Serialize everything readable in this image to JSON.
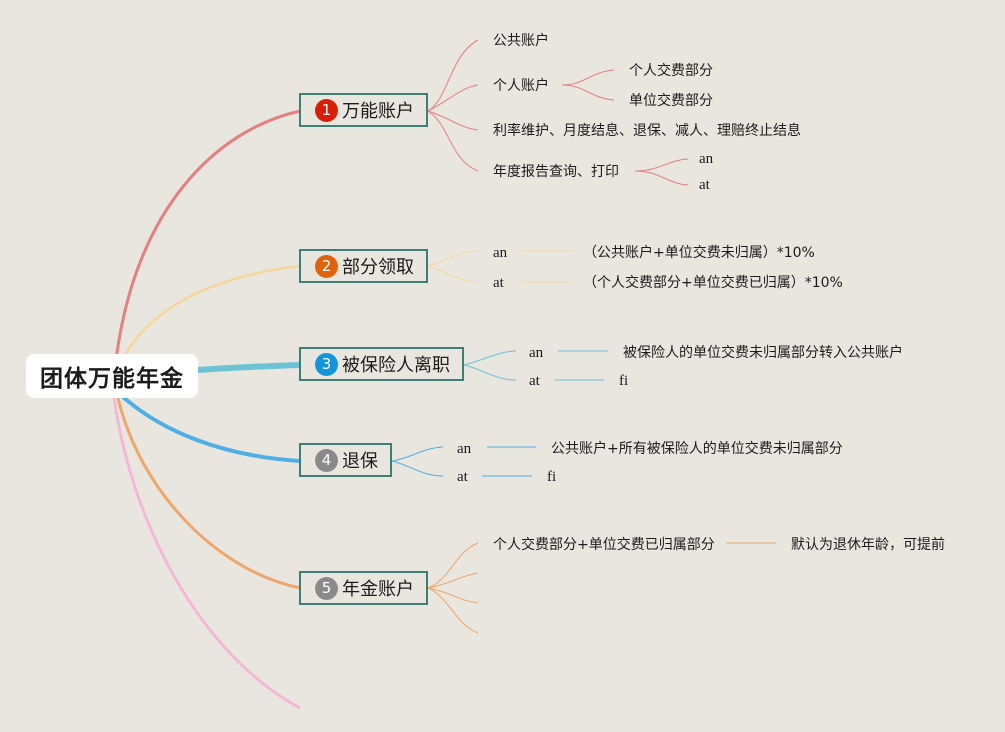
{
  "root": {
    "label": "团体万能年金"
  },
  "colors": {
    "branch1": "#e57f80",
    "branch2": "#f6d79a",
    "branch3": "#6cc3d6",
    "branch4": "#4eaee6",
    "branch5": "#eea66a",
    "branch6": "#f3b8d8",
    "badge1": "#d81e06",
    "badge2": "#e0620d",
    "badge3": "#1296db",
    "badge4": "#8a8a8a",
    "badge5": "#8a8a8a",
    "topic_border": "#3d7f74"
  },
  "branches": [
    {
      "num": "1",
      "label": "万能账户",
      "children": [
        {
          "label": "公共账户"
        },
        {
          "label": "个人账户",
          "children": [
            {
              "label": "个人交费部分"
            },
            {
              "label": "单位交费部分"
            }
          ]
        },
        {
          "label": "利率维护、月度结息、退保、减人、理赔终止结息"
        },
        {
          "label": "年度报告查询、打印",
          "children": [
            {
              "label": "an"
            },
            {
              "label": "at"
            }
          ]
        }
      ]
    },
    {
      "num": "2",
      "label": "部分领取",
      "children": [
        {
          "label": "an",
          "detail": "（公共账户+单位交费未归属）*10%"
        },
        {
          "label": "at",
          "detail": "（个人交费部分+单位交费已归属）*10%"
        }
      ]
    },
    {
      "num": "3",
      "label": "被保险人离职",
      "children": [
        {
          "label": "an",
          "detail": "被保险人的单位交费未归属部分转入公共账户"
        },
        {
          "label": "at",
          "detail": "fi"
        }
      ]
    },
    {
      "num": "4",
      "label": "退保",
      "children": [
        {
          "label": "an",
          "detail": "公共账户+所有被保险人的单位交费未归属部分"
        },
        {
          "label": "at",
          "detail": "fi"
        }
      ]
    },
    {
      "num": "5",
      "label": "年金账户",
      "children": [
        {
          "label": "个人交费部分+单位交费已归属部分",
          "detail": "默认为退休年龄，可提前"
        }
      ]
    }
  ]
}
